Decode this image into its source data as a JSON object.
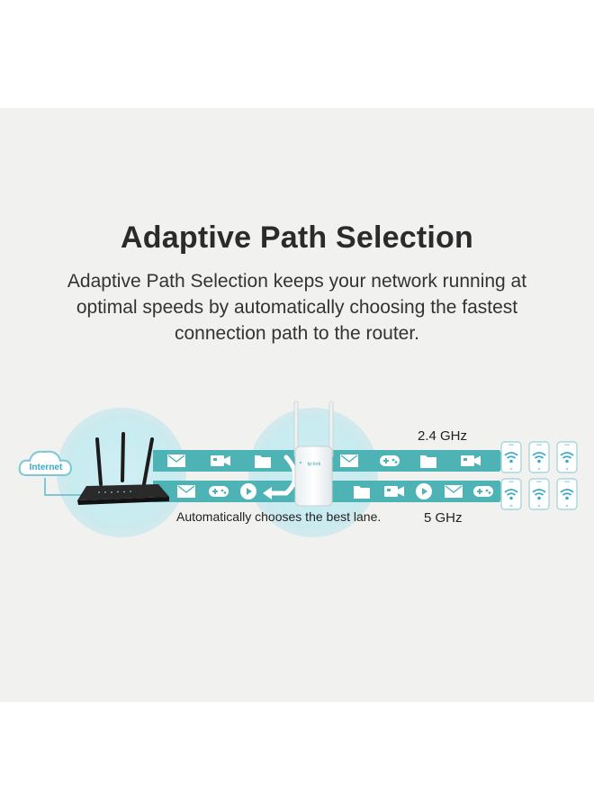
{
  "title": "Adaptive Path Selection",
  "description": "Adaptive Path Selection keeps your network running at optimal speeds by automatically choosing the fastest connection path to the router.",
  "diagram": {
    "cloud_label": "Internet",
    "band_upper_label": "2.4 GHz",
    "band_lower_label": "5 GHz",
    "caption": "Automatically chooses the best lane.",
    "extender_brand": "tp-link"
  },
  "colors": {
    "lane_teal": "#4db3b4",
    "lane_teal_dark": "#2e9a9c",
    "halo": "#bfe6ec",
    "accent": "#3aa9c4",
    "router_black": "#1c1c1c"
  },
  "icons": {
    "upper_lane_left": [
      "mail-icon",
      "video-icon",
      "folder-icon"
    ],
    "lower_lane_left": [
      "mail-icon",
      "gamepad-icon",
      "play-icon"
    ],
    "upper_lane_right": [
      "mail-icon",
      "gamepad-icon",
      "folder-icon",
      "video-icon"
    ],
    "lower_lane_right": [
      "folder-icon",
      "video-icon",
      "play-icon",
      "mail-icon",
      "gamepad-icon"
    ],
    "devices": [
      "phone-wifi-icon",
      "phone-wifi-icon",
      "phone-wifi-icon",
      "phone-wifi-icon",
      "phone-wifi-icon",
      "phone-wifi-icon"
    ]
  }
}
